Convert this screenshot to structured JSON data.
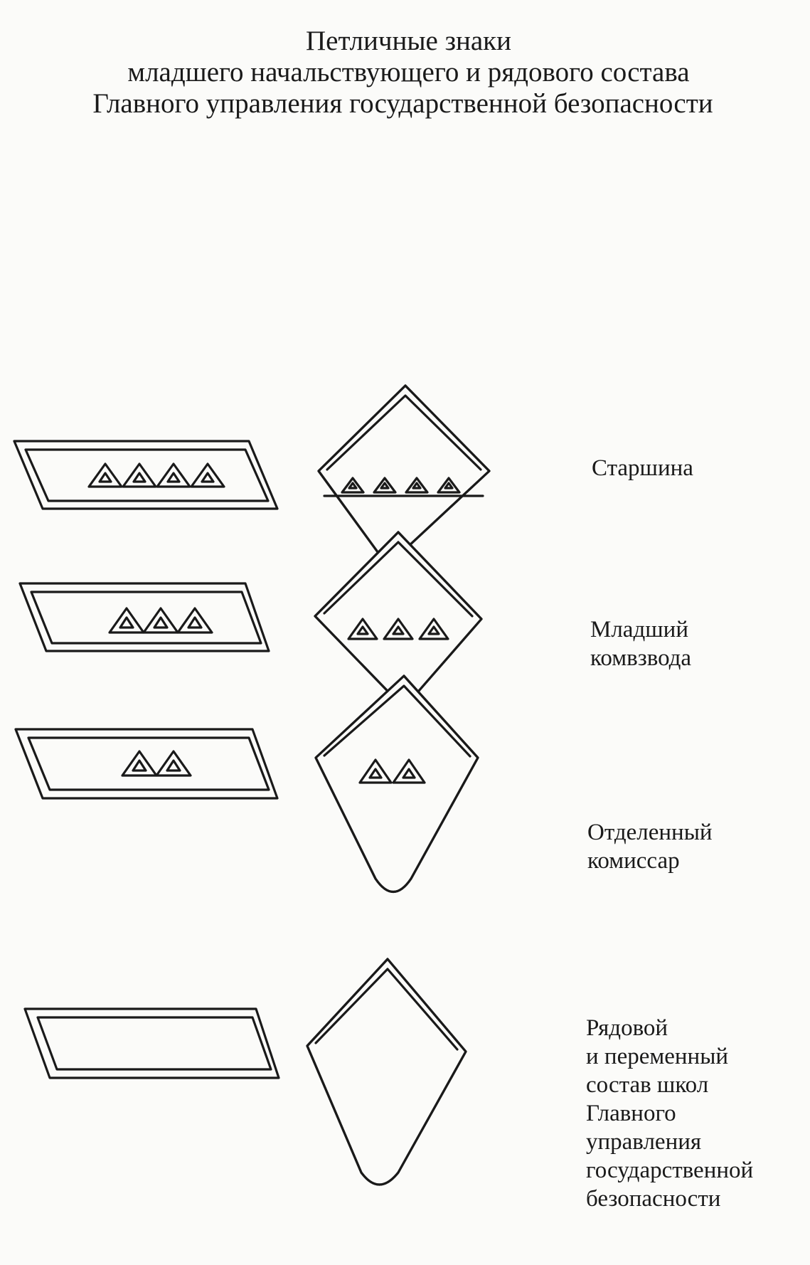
{
  "title": {
    "line1": "Петличные знаки",
    "line2": "младшего начальствующего и рядового состава",
    "line3": "Главного управления государственной безопасности"
  },
  "ranks": [
    {
      "lines": [
        "Старшина"
      ],
      "triangles": 4
    },
    {
      "lines": [
        "Младший",
        "комвзвода"
      ],
      "triangles": 3
    },
    {
      "lines": [
        "Отделенный",
        "комиссар"
      ],
      "triangles": 2
    },
    {
      "lines": [
        "Рядовой",
        "и переменный",
        "состав школ",
        "Главного",
        "управления",
        "государственной",
        "безопасности"
      ],
      "triangles": 0
    }
  ]
}
